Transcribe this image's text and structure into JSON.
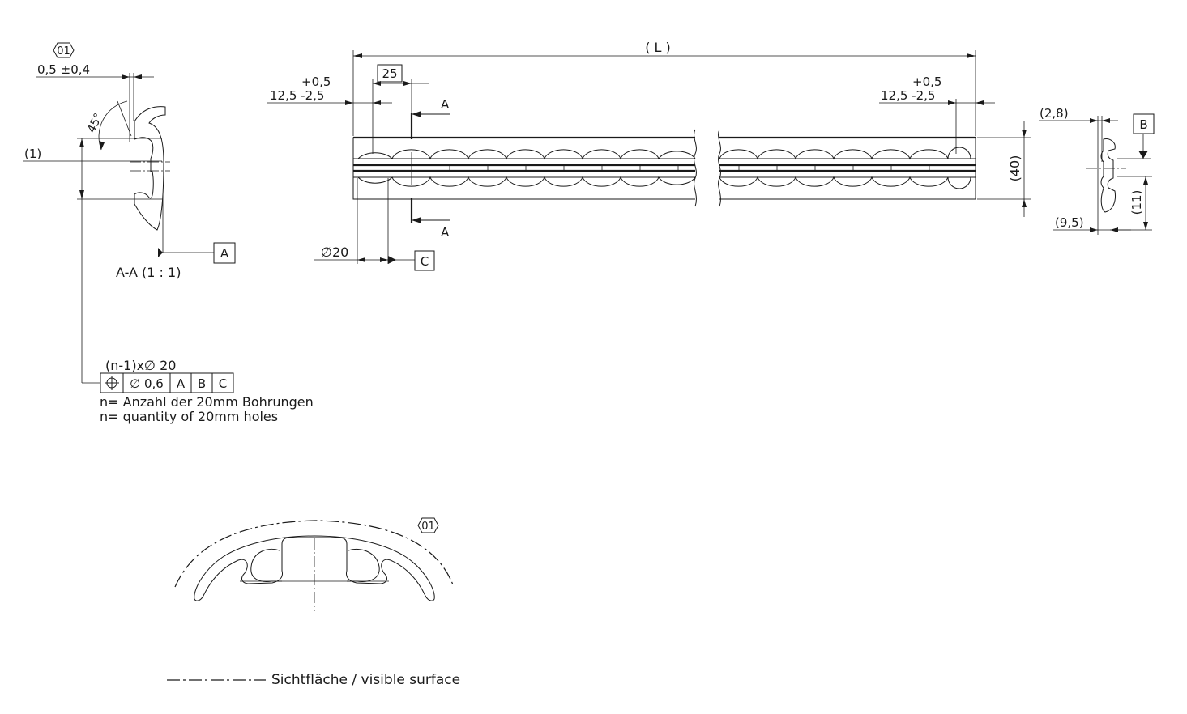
{
  "section_view": {
    "label": "A-A (1 : 1)",
    "marker_01": "01",
    "dim_top": "0,5 ±0,4",
    "dim_left": "(1)",
    "angle": "45°",
    "datum_a": "A"
  },
  "position_tolerance": {
    "header": "(n-1)x∅ 20",
    "cells": [
      "⌖",
      "∅ 0,6",
      "A",
      "B",
      "C"
    ],
    "note_de": "n= Anzahl der 20mm Bohrungen",
    "note_en": "n= quantity of 20mm holes"
  },
  "main_view": {
    "length": "( L )",
    "pitch_box": "25",
    "left_upper": "+0,5",
    "left_lower": "12,5  -2,5",
    "right_upper": "+0,5",
    "right_lower": "12,5  -2,5",
    "section_top": "A",
    "section_bottom": "A",
    "hole_dia": "∅20",
    "datum_c": "C",
    "height": "(40)"
  },
  "side_view": {
    "dim_top": "(2,8)",
    "datum_b": "B",
    "dim_bottom": "(9,5)",
    "dim_right": "(11)"
  },
  "detail": {
    "marker_01": "01"
  },
  "legend": {
    "line_sample": "-·-—-·-—-",
    "text": "Sichtfläche / visible surface"
  }
}
